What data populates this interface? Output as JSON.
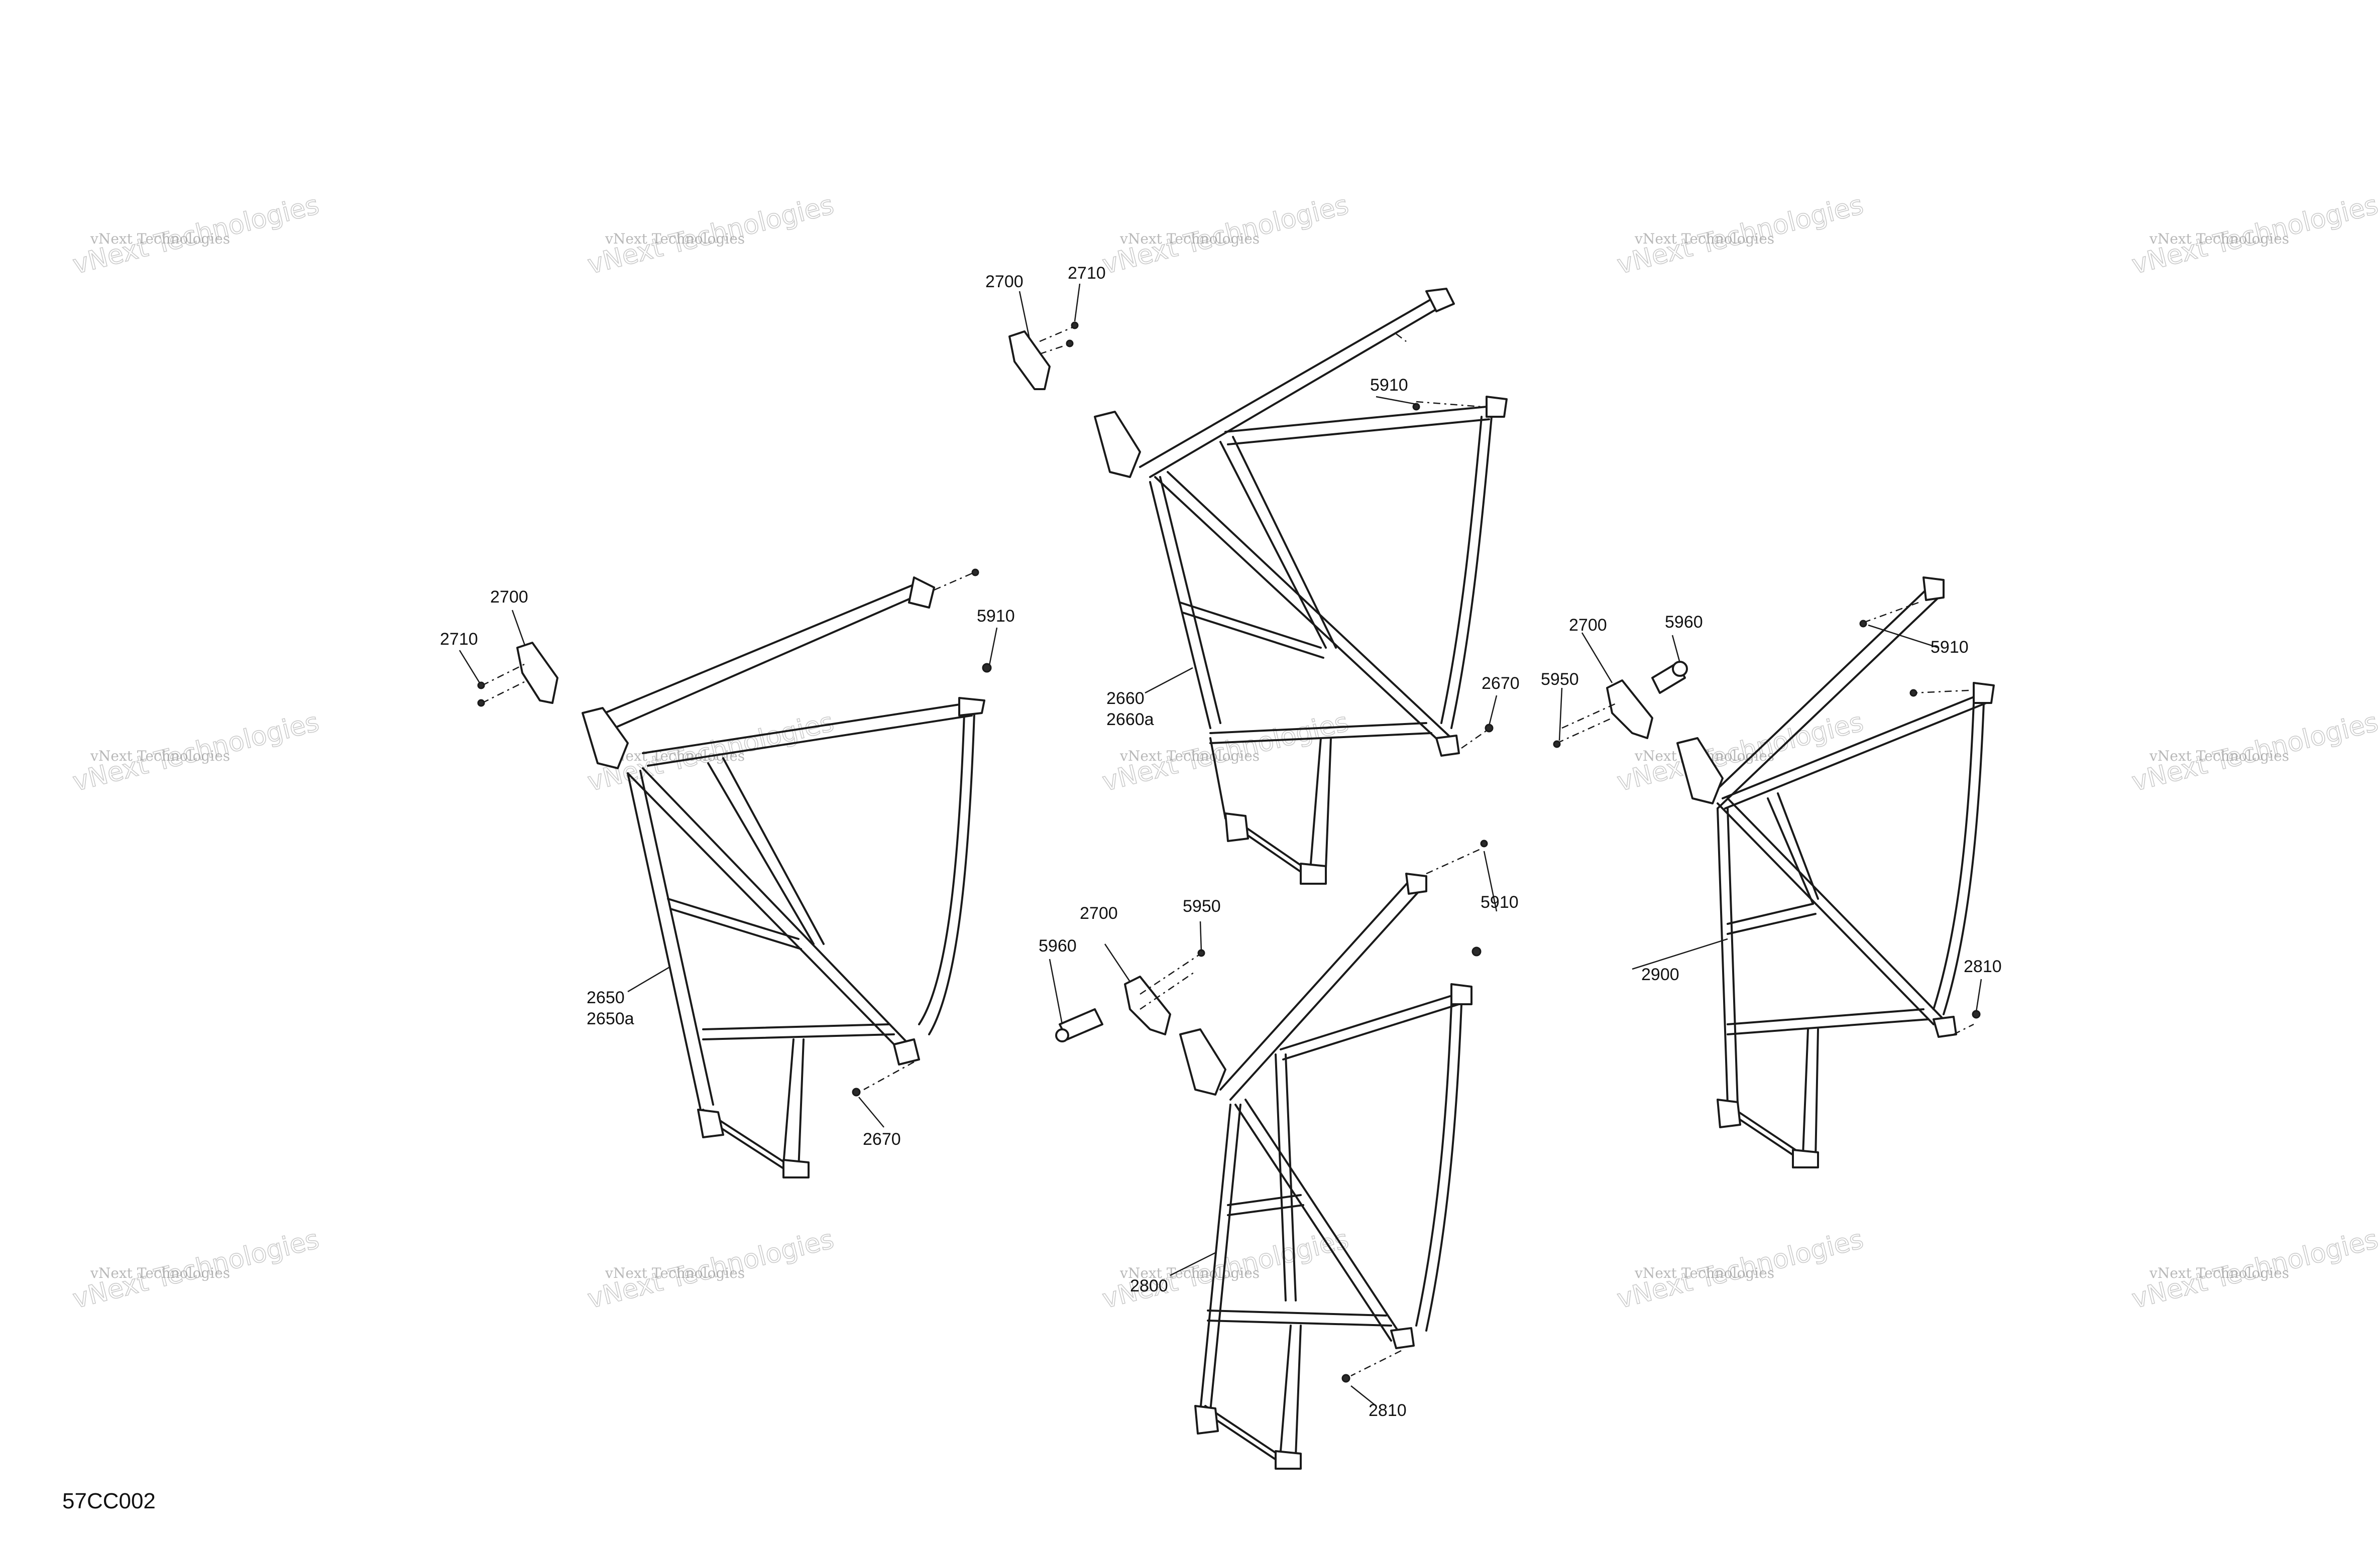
{
  "diagram_code": "57CC002",
  "watermark": {
    "line1": "vNext Technologies",
    "line2": "vNext Technologies"
  },
  "callouts": {
    "tl_2700": "2700",
    "tl_2710": "2710",
    "l_2700": "2700",
    "l_2710": "2710",
    "l_5910": "5910",
    "l_2650": "2650",
    "l_2650a": "2650a",
    "l_2670": "2670",
    "c_5910": "5910",
    "c_2660": "2660",
    "c_2660a": "2660a",
    "c_2670": "2670",
    "b_2700": "2700",
    "b_5950": "5950",
    "b_5960": "5960",
    "b_5910": "5910",
    "b_2800": "2800",
    "b_2810": "2810",
    "r_2700": "2700",
    "r_5960": "5960",
    "r_5950": "5950",
    "r_5910": "5910",
    "r_2900": "2900",
    "r_2810": "2810"
  }
}
